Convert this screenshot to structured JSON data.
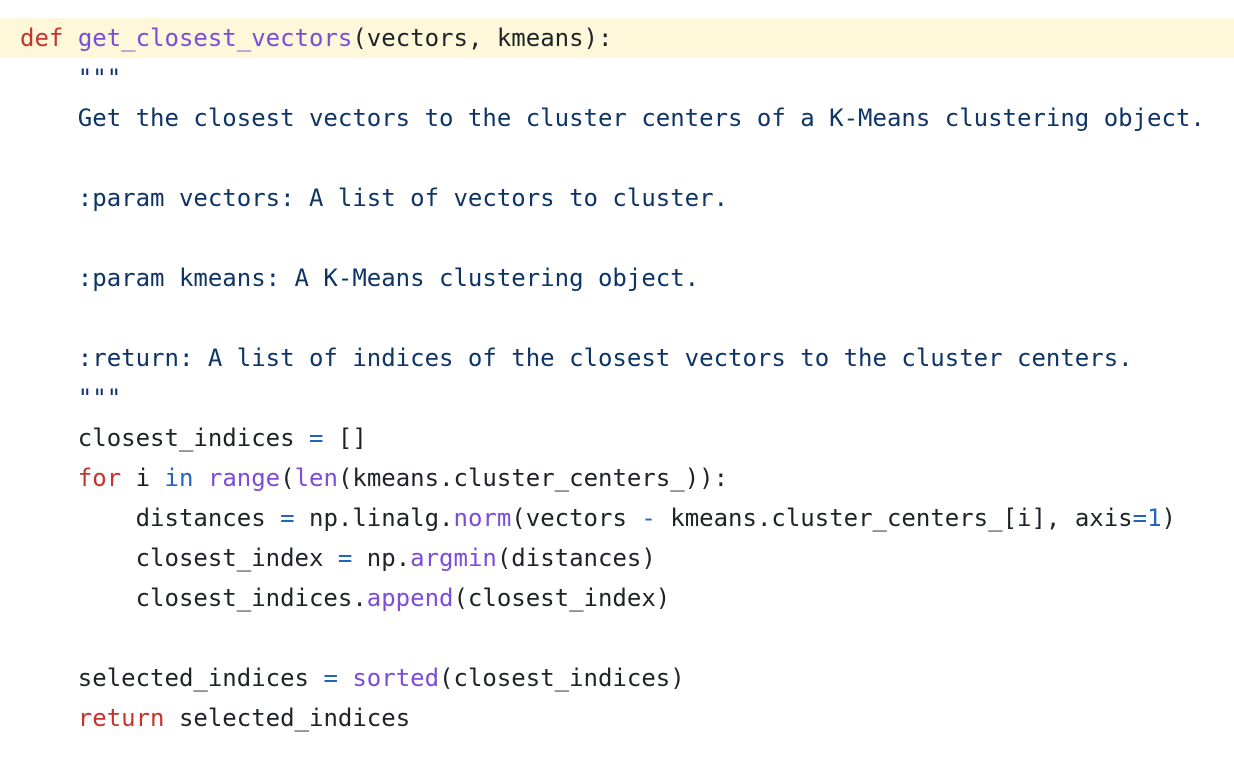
{
  "page": {
    "background": "#ffffff",
    "kind": "code-viewer",
    "language": "python"
  },
  "colors": {
    "keyword": "#c4342d",
    "function": "#7c4dd8",
    "string": "#0f3566",
    "operator": "#2463be",
    "plain": "#1f2328",
    "highlight_bg": "#fcf8d9"
  },
  "code": {
    "highlighted_line_number": 1,
    "lines": [
      {
        "highlight": true,
        "tokens": [
          {
            "text": "def",
            "color": "keyword"
          },
          {
            "text": " ",
            "color": "plain"
          },
          {
            "text": "get_closest_vectors",
            "color": "function"
          },
          {
            "text": "(vectors, kmeans):",
            "color": "plain"
          }
        ]
      },
      {
        "highlight": false,
        "tokens": [
          {
            "text": "    \"\"\"",
            "color": "string"
          }
        ]
      },
      {
        "highlight": false,
        "tokens": [
          {
            "text": "    Get the closest vectors to the cluster centers of a K-Means clustering object.",
            "color": "string"
          }
        ]
      },
      {
        "highlight": false,
        "tokens": []
      },
      {
        "highlight": false,
        "tokens": [
          {
            "text": "    :param vectors: A list of vectors to cluster.",
            "color": "string"
          }
        ]
      },
      {
        "highlight": false,
        "tokens": []
      },
      {
        "highlight": false,
        "tokens": [
          {
            "text": "    :param kmeans: A K-Means clustering object.",
            "color": "string"
          }
        ]
      },
      {
        "highlight": false,
        "tokens": []
      },
      {
        "highlight": false,
        "tokens": [
          {
            "text": "    :return: A list of indices of the closest vectors to the cluster centers.",
            "color": "string"
          }
        ]
      },
      {
        "highlight": false,
        "tokens": [
          {
            "text": "    \"\"\"",
            "color": "string"
          }
        ]
      },
      {
        "highlight": false,
        "tokens": [
          {
            "text": "    closest_indices ",
            "color": "plain"
          },
          {
            "text": "=",
            "color": "operator"
          },
          {
            "text": " []",
            "color": "plain"
          }
        ]
      },
      {
        "highlight": false,
        "tokens": [
          {
            "text": "    ",
            "color": "plain"
          },
          {
            "text": "for",
            "color": "keyword"
          },
          {
            "text": " i ",
            "color": "plain"
          },
          {
            "text": "in",
            "color": "operator"
          },
          {
            "text": " ",
            "color": "plain"
          },
          {
            "text": "range",
            "color": "function"
          },
          {
            "text": "(",
            "color": "plain"
          },
          {
            "text": "len",
            "color": "function"
          },
          {
            "text": "(kmeans.cluster_centers_)):",
            "color": "plain"
          }
        ]
      },
      {
        "highlight": false,
        "tokens": [
          {
            "text": "        distances ",
            "color": "plain"
          },
          {
            "text": "=",
            "color": "operator"
          },
          {
            "text": " np.linalg.",
            "color": "plain"
          },
          {
            "text": "norm",
            "color": "function"
          },
          {
            "text": "(vectors ",
            "color": "plain"
          },
          {
            "text": "-",
            "color": "operator"
          },
          {
            "text": " kmeans.cluster_centers_[i], axis",
            "color": "plain"
          },
          {
            "text": "=1",
            "color": "operator"
          },
          {
            "text": ")",
            "color": "plain"
          }
        ]
      },
      {
        "highlight": false,
        "tokens": [
          {
            "text": "        closest_index ",
            "color": "plain"
          },
          {
            "text": "=",
            "color": "operator"
          },
          {
            "text": " np.",
            "color": "plain"
          },
          {
            "text": "argmin",
            "color": "function"
          },
          {
            "text": "(distances)",
            "color": "plain"
          }
        ]
      },
      {
        "highlight": false,
        "tokens": [
          {
            "text": "        closest_indices.",
            "color": "plain"
          },
          {
            "text": "append",
            "color": "function"
          },
          {
            "text": "(closest_index)",
            "color": "plain"
          }
        ]
      },
      {
        "highlight": false,
        "tokens": []
      },
      {
        "highlight": false,
        "tokens": [
          {
            "text": "    selected_indices ",
            "color": "plain"
          },
          {
            "text": "=",
            "color": "operator"
          },
          {
            "text": " ",
            "color": "plain"
          },
          {
            "text": "sorted",
            "color": "function"
          },
          {
            "text": "(closest_indices)",
            "color": "plain"
          }
        ]
      },
      {
        "highlight": false,
        "tokens": [
          {
            "text": "    ",
            "color": "plain"
          },
          {
            "text": "return",
            "color": "keyword"
          },
          {
            "text": " selected_indices",
            "color": "plain"
          }
        ]
      }
    ]
  }
}
